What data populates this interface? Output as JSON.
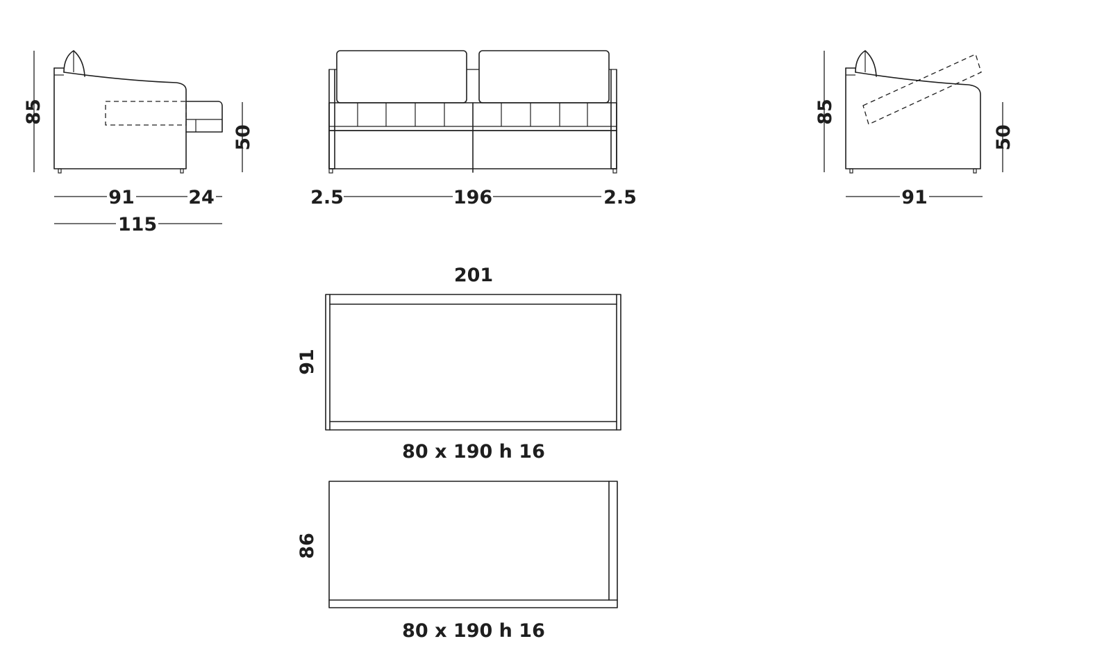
{
  "side_view_left": {
    "height_label": "85",
    "seat_height_label": "50",
    "depth_label": "91",
    "extension_label": "24",
    "total_depth_label": "115"
  },
  "front_view": {
    "left_arm_label": "2.5",
    "width_label": "196",
    "right_arm_label": "2.5"
  },
  "side_view_right": {
    "height_label": "85",
    "seat_height_label": "50",
    "depth_label": "91"
  },
  "bed_top": {
    "length_label": "201",
    "width_label": "91",
    "mattress_label": "80 x 190 h 16"
  },
  "bed_bottom": {
    "width_label": "86",
    "mattress_label": "80 x 190 h 16"
  },
  "colors": {
    "line": "#1e1e1e",
    "background": "#ffffff"
  }
}
